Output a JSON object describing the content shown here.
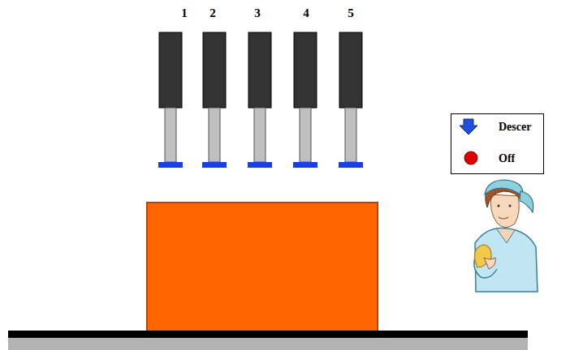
{
  "diagram": {
    "nodes": [
      {
        "text": [
          "Descer",
          "Off"
        ]
      }
    ],
    "labels": [
      "1",
      "2",
      "3",
      "4",
      "5"
    ]
  }
}
